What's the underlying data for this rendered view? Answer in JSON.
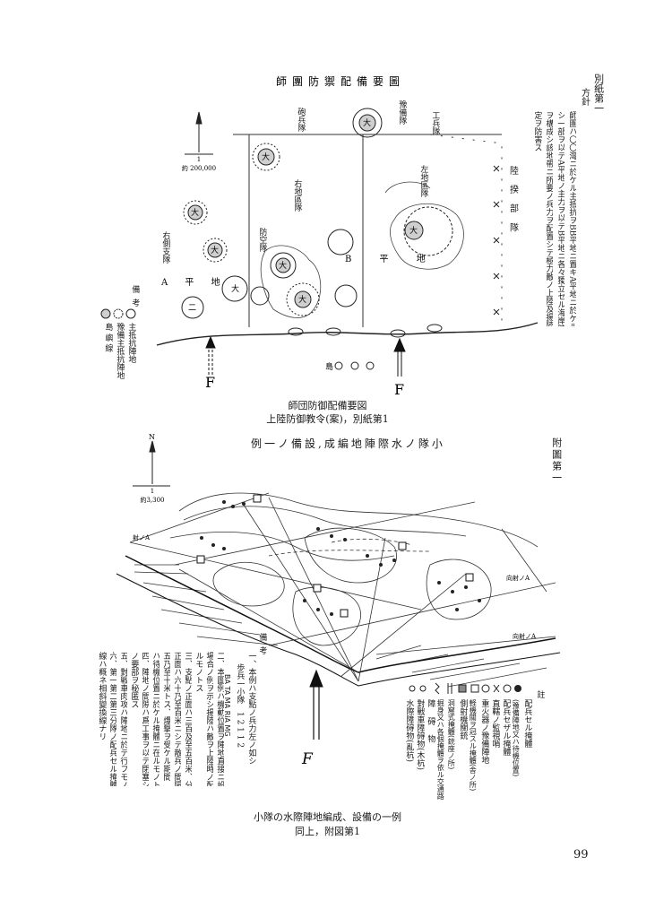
{
  "page": {
    "number": "99"
  },
  "figure1": {
    "title_vertical": "師團防禦配備要圖",
    "side_label": "別紙第一",
    "policy_heading": "方針",
    "policy_lines": [
      "師團ハ〇〇灣ニ於ケル主抵抗ヲBB平地ニ置キA平地ニ於ケル",
      "シ一部ヲ以テA平地ノ主力ヲ以テB平地ニ各々獨立セル海岸陣地帶",
      "ヲ構成シ該地帶ニ所要ノ兵力ヲ配置シテ極力敵ノ上陸及揚陸ヲ",
      "定ヲ防害ス"
    ],
    "labels": {
      "a_plain": "A 平 地",
      "b_plain": "B 平 地",
      "right_flank": "右側支隊",
      "right_sector": "右地區隊",
      "defense_unit": "防空隊",
      "reserve": "豫備隊",
      "artillery": "砲兵隊",
      "engineer": "工兵隊",
      "left_sector": "左地區隊",
      "coastal_unit": "陸 揆 部 隊",
      "islands": "島",
      "scale_num": "1",
      "scale_den": "約 200,000",
      "f1": "F",
      "f2": "F"
    },
    "legend": {
      "heading": "備考",
      "items": [
        "主抵抗陣地",
        "豫備主抵抗陣地",
        "島 嶼 線"
      ]
    },
    "caption_line1": "師団防御配備要図",
    "caption_line2": "上陸防御教令(案)，別紙第1"
  },
  "figure2": {
    "title": "例一ノ備設,成編地陣際水ノ隊小",
    "side_label": "附圖第一",
    "scale_num": "1",
    "scale_den": "約3,300",
    "north": "N",
    "f_label": "F",
    "arrows": {
      "a1": "射ノA",
      "a2": "向射ノA",
      "a3": "向射ノA"
    },
    "legend_heading": "註",
    "legend_items": [
      "配兵セル掩體",
      "(豫備陣地又ハ待機位置)",
      "配兵セザル掩體",
      "直轄ノ監視哨",
      "重火器ノ豫備陣地",
      "軽機關ヲ冠スル掩體(舎ノ所)",
      "側射機關銃",
      "洞窟式掩體(銃座ノ所)",
      "掘身又ハ各個掩體ヲ依ル交通路",
      "障 碍 物",
      "對戰車障碍物(木杭)",
      "水際障碍物(亂杭)"
    ],
    "notes_heading": "備考",
    "notes": [
      "一、本例ハ支點ノ兵力左ノ如シ",
      "歩兵一小隊　1 2 1 1 2",
      "BA TA MA RiA MG",
      "二、本圖例ハ機動位置ヲ陣地直接ニ設ケタル",
      "場合ノ例ヲ示シ揚陸ハ敵ヲ上陸時ノ配備ニ在",
      "ルモノトス",
      "三、支點ノ正面ハ三百及至五百米、分隊ノ",
      "正面ハ六十乃至百米ニシテ散兵ノ間隔ハ",
      "五乃至十米トス、爆撃ヲ受ケル期間",
      "ハ待機位置ニ於ケル掩體ニ在ルモノトス",
      "四、陣地ノ間隙ハ爲工事ヲ以テ閉塞シテ陣地",
      "ノ要部ヲ秘匿ス",
      "五、對戦車肉攻ハ陣地ニ於テ行フモノト設想ス",
      "六、第一第二第三分隊ノ配兵セル掩體ノ",
      "線ハ概ネ相斜變換線ナリ"
    ],
    "caption_line1": "小隊の水際陣地編成、設備の一例",
    "caption_line2": "同上，附図第1"
  }
}
